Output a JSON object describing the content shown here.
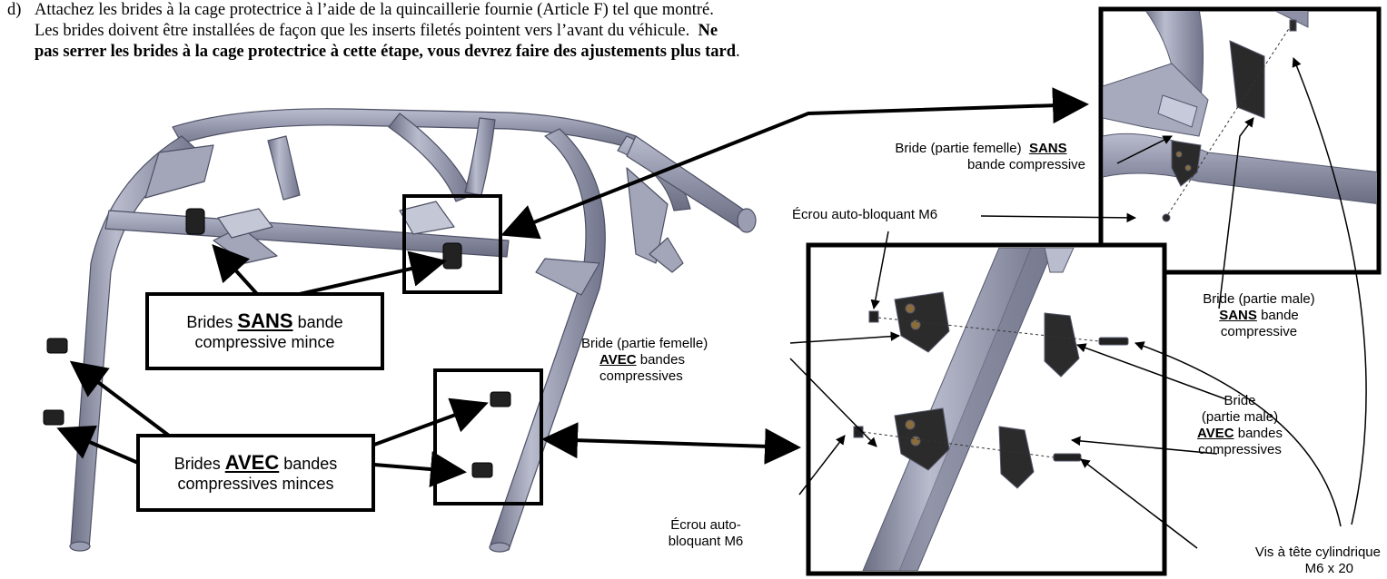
{
  "instructions": {
    "step_letter": "d)",
    "line1": "Attachez les brides à la cage protectrice à l’aide de la quincaillerie fournie (Article F) tel que montré.",
    "line2_normal": "Les brides doivent être installées de façon que les inserts filetés pointent vers l’avant du véhicule.",
    "line2_bold": "Ne",
    "line3_bold": "pas serrer les brides à la cage protectrice à cette étape, vous devrez faire des ajustements plus tard",
    "line3_end": "."
  },
  "callouts": {
    "sans_box": {
      "bold": "SANS",
      "part1": "Brides",
      "part2": "bande",
      "line2": "compressive mince"
    },
    "avec_box": {
      "bold": "AVEC",
      "part1": "Brides",
      "part2": "bandes",
      "line2": "compressives minces"
    },
    "female_sans": {
      "line1a": "Bride (partie femelle)",
      "bold": "SANS",
      "line2": "bande compressive"
    },
    "nut_top": {
      "text": "Écrou auto-bloquant M6"
    },
    "male_sans": {
      "line1": "Bride (partie male)",
      "bold": "SANS",
      "part2": "bande",
      "line3": "compressive"
    },
    "female_avec": {
      "line1": "Bride (partie femelle)",
      "bold": "AVEC",
      "part2": "bandes",
      "line3": "compressives"
    },
    "male_avec": {
      "line1": "Bride",
      "line2": "(partie male)",
      "bold": "AVEC",
      "part2": "bandes",
      "line4": "compressives"
    },
    "nut_bottom": {
      "line1": "Écrou auto-",
      "line2": "bloquant M6"
    },
    "screw": {
      "line1": "Vis à tête cylindrique",
      "line2": "M6 x 20"
    }
  },
  "colors": {
    "tube": "#8e91a6",
    "tube_light": "#b7bacb",
    "tube_dark": "#5f6276",
    "clamp": "#2a2a2a",
    "frame": "#000000"
  }
}
